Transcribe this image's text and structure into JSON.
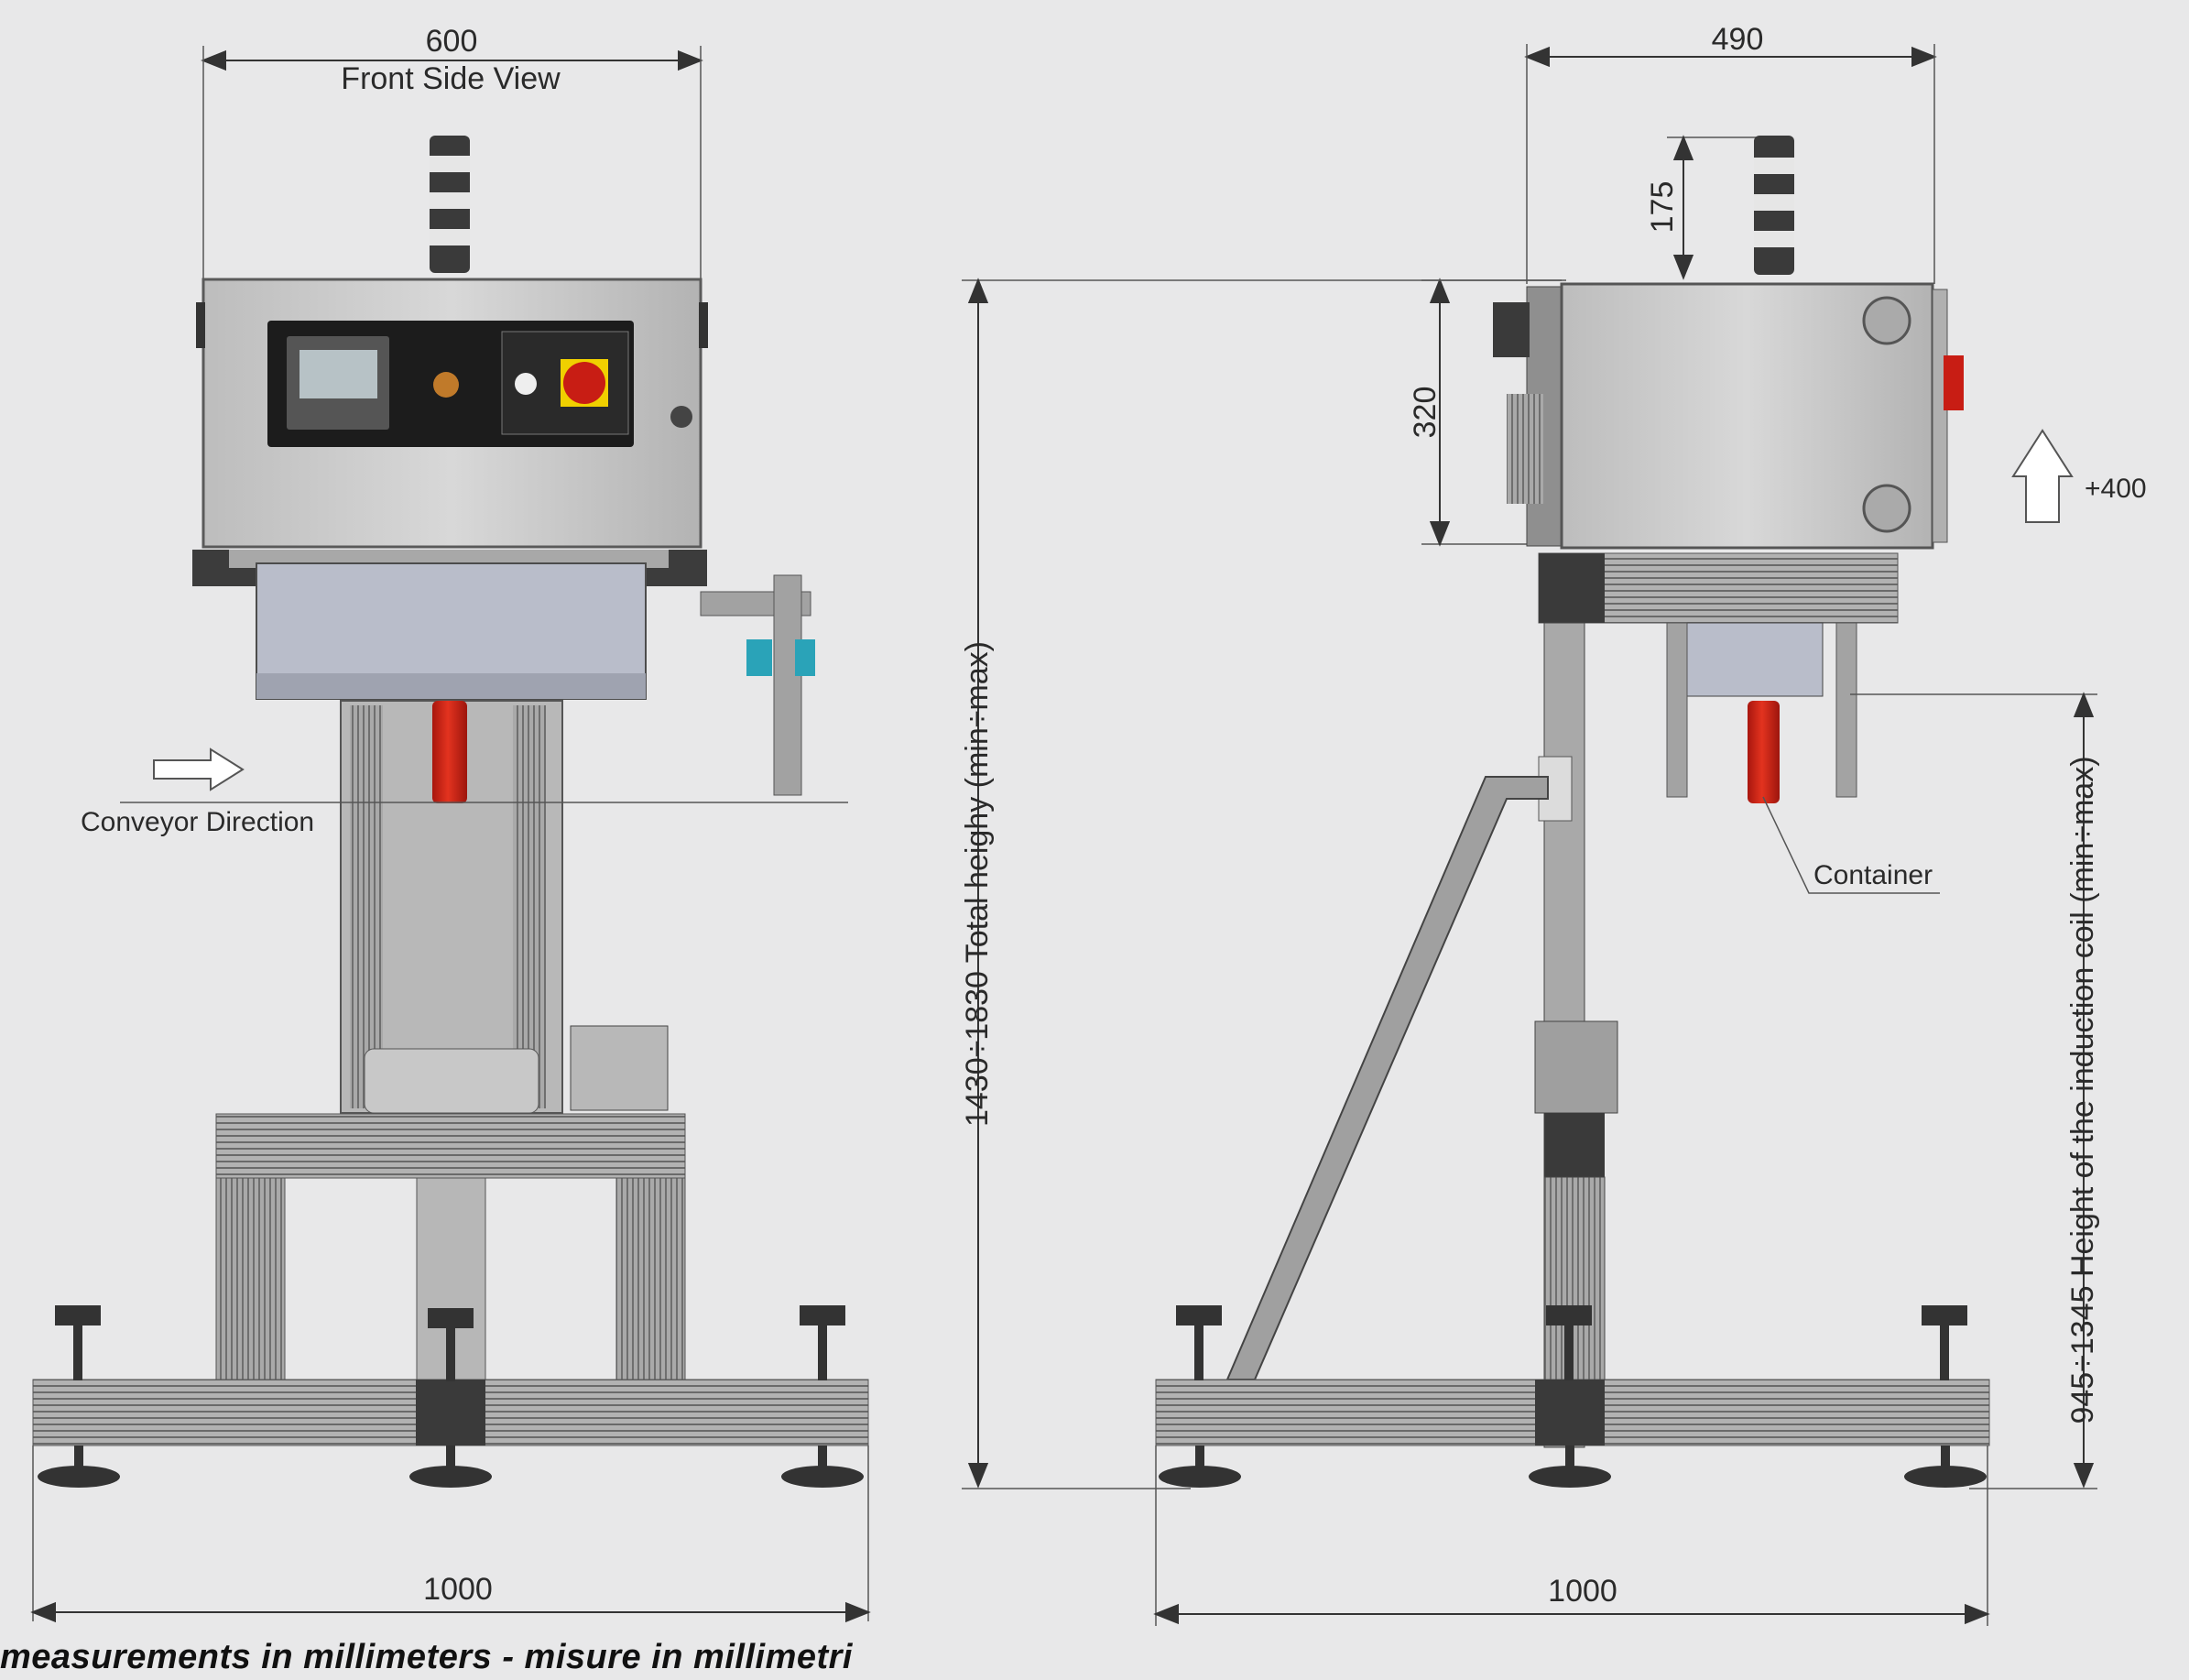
{
  "front_view": {
    "title": "Front Side View",
    "width_dim": "600",
    "base_dim": "1000",
    "conveyor_label": "Conveyor Direction"
  },
  "side_view": {
    "width_dim": "490",
    "lamp_dim": "175",
    "cabinet_dim": "320",
    "base_dim": "1000",
    "total_height_label": "1430÷1830 Total heighy (min÷max)",
    "coil_height_label": "945÷1345 Height of the induction coil (min÷max)",
    "lift_label": "+400",
    "container_label": "Container"
  },
  "footnote": "measurements in millimeters  -  misure in millimetri",
  "colors": {
    "background": "#e8e8e9",
    "frame": "#9a9a9a",
    "cabinet": "#c9c9c9",
    "container": "#d9261c",
    "accent": "#2aa3b8"
  }
}
